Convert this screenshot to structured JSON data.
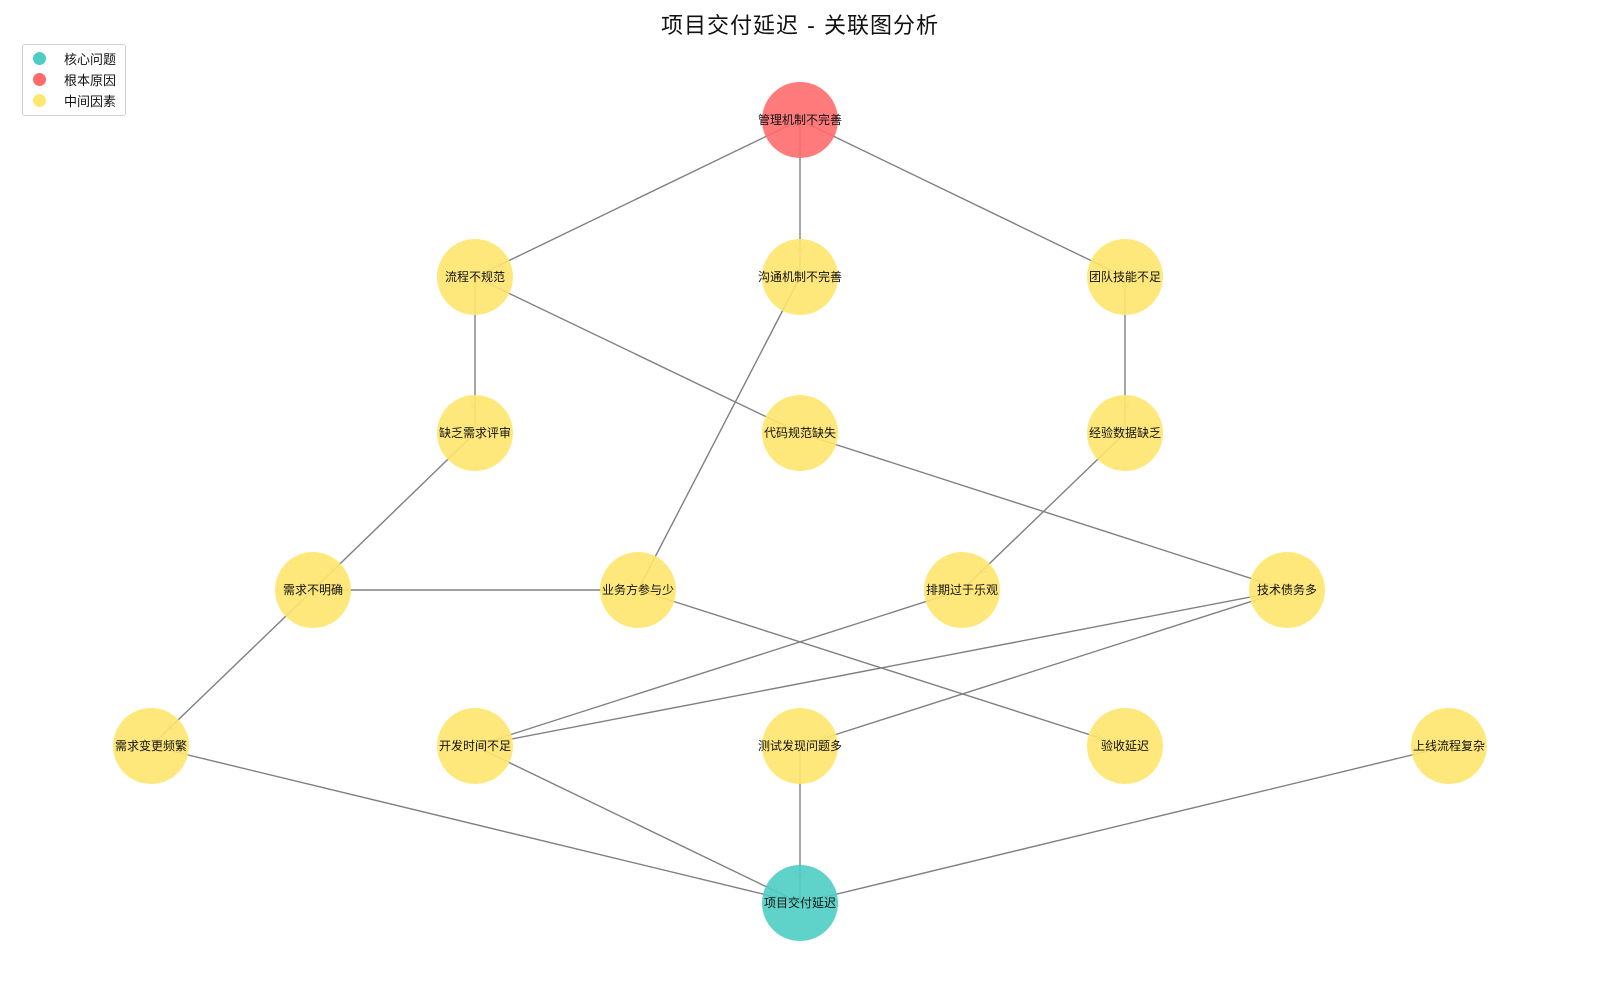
{
  "title": "项目交付延迟 - 关联图分析",
  "legend": [
    {
      "label": "核心问题",
      "color": "#4ECDC4"
    },
    {
      "label": "根本原因",
      "color": "#FF6B6B"
    },
    {
      "label": "中间因素",
      "color": "#FFE66D"
    }
  ],
  "colors": {
    "core": "#4ECDC4",
    "root": "#FF6B6B",
    "middle": "#FFE66D",
    "edge": "#808080"
  },
  "nodes": [
    {
      "id": "n1",
      "label": "管理机制不完善",
      "type": "root"
    },
    {
      "id": "n2",
      "label": "流程不规范",
      "type": "middle"
    },
    {
      "id": "n3",
      "label": "沟通机制不完善",
      "type": "middle"
    },
    {
      "id": "n4",
      "label": "团队技能不足",
      "type": "middle"
    },
    {
      "id": "n5",
      "label": "缺乏需求评审",
      "type": "middle"
    },
    {
      "id": "n6",
      "label": "代码规范缺失",
      "type": "middle"
    },
    {
      "id": "n7",
      "label": "经验数据缺乏",
      "type": "middle"
    },
    {
      "id": "n8",
      "label": "需求不明确",
      "type": "middle"
    },
    {
      "id": "n9",
      "label": "业务方参与少",
      "type": "middle"
    },
    {
      "id": "n10",
      "label": "排期过于乐观",
      "type": "middle"
    },
    {
      "id": "n11",
      "label": "技术债务多",
      "type": "middle"
    },
    {
      "id": "n12",
      "label": "需求变更频繁",
      "type": "middle"
    },
    {
      "id": "n13",
      "label": "开发时间不足",
      "type": "middle"
    },
    {
      "id": "n14",
      "label": "测试发现问题多",
      "type": "middle"
    },
    {
      "id": "n15",
      "label": "验收延迟",
      "type": "middle"
    },
    {
      "id": "n16",
      "label": "上线流程复杂",
      "type": "middle"
    },
    {
      "id": "n17",
      "label": "项目交付延迟",
      "type": "core"
    }
  ],
  "edges": [
    [
      "n1",
      "n2"
    ],
    [
      "n1",
      "n3"
    ],
    [
      "n1",
      "n4"
    ],
    [
      "n2",
      "n5"
    ],
    [
      "n2",
      "n6"
    ],
    [
      "n4",
      "n7"
    ],
    [
      "n3",
      "n9"
    ],
    [
      "n5",
      "n8"
    ],
    [
      "n6",
      "n11"
    ],
    [
      "n7",
      "n10"
    ],
    [
      "n8",
      "n9"
    ],
    [
      "n8",
      "n12"
    ],
    [
      "n9",
      "n15"
    ],
    [
      "n10",
      "n13"
    ],
    [
      "n11",
      "n13"
    ],
    [
      "n11",
      "n14"
    ],
    [
      "n12",
      "n17"
    ],
    [
      "n13",
      "n17"
    ],
    [
      "n14",
      "n17"
    ],
    [
      "n16",
      "n17"
    ]
  ]
}
